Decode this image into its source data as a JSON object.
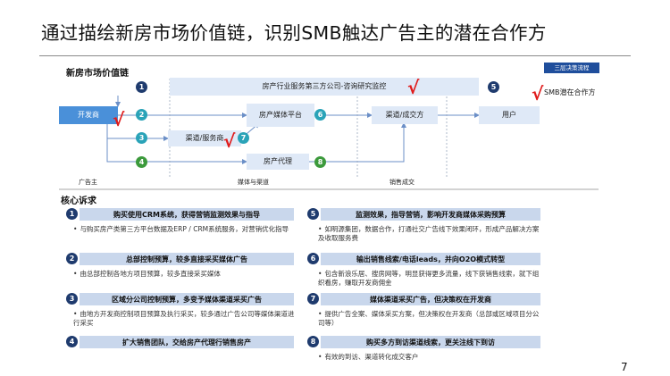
{
  "title": "通过描绘新房市场价值链，识别SMB触达广告主的潜在合作方",
  "value_chain": {
    "heading": "新房市场价值链",
    "source_tag": "三层决策流程",
    "boxes": {
      "third_party": "房产行业服务第三方公司-咨询研究监控",
      "developer": "开发商",
      "media_platform": "房产媒体平台",
      "channel_service": "渠道/服务商",
      "agency": "房产代理",
      "channel_transaction": "渠道/成交方",
      "user": "用户"
    },
    "numbers": [
      "1",
      "2",
      "3",
      "4",
      "5",
      "6",
      "7",
      "8"
    ],
    "check_mark": "√",
    "smb_legend": "SMB潜在合作方",
    "axis": [
      "广告主",
      "媒体与渠道",
      "销售成交"
    ]
  },
  "core_demands": {
    "heading": "核心诉求",
    "items": [
      {
        "num": "1",
        "bar": "购买使用CRM系统，获得营销监测效果与指导",
        "desc": "与购买房产类第三方平台数据及ERP / CRM系统服务，对营销优化指导"
      },
      {
        "num": "2",
        "bar": "总部控制预算，较多直接采买媒体广告",
        "desc": "由总部控制各地方项目预算，较多直接采买媒体"
      },
      {
        "num": "3",
        "bar": "区域分公司控制预算，多变予媒体渠道采买广告",
        "desc": "由地方开发商控制项目预算及执行采买，较多通过广告公司等媒体渠道进行采买"
      },
      {
        "num": "4",
        "bar": "扩大销售团队，交给房产代理行销售房产",
        "desc": ""
      },
      {
        "num": "5",
        "bar": "监测效果，指导营销，影响开发商媒体采购预算",
        "desc": "如明源集团，数据合作，打通社交广告线下效果闭环，形成产品解决方案及收取服务费"
      },
      {
        "num": "6",
        "bar": "输出销售线索/电话leads，并向O2O模式转型",
        "desc": "包含新浪乐居、搜房网等，明显获得更多流量，线下获销售线索，就下组织看房，赚取开发商佣金"
      },
      {
        "num": "7",
        "bar": "媒体渠道采买广告，但决策权在开发商",
        "desc": "提供广告全案、媒体采买方案，但决策权在开发商（总部或区域项目分公司等）"
      },
      {
        "num": "8",
        "bar": "购买多方到访渠道线索，更关注线下到访",
        "desc": "有效的到访、渠道转化成交客户"
      }
    ]
  },
  "page_number": "7"
}
